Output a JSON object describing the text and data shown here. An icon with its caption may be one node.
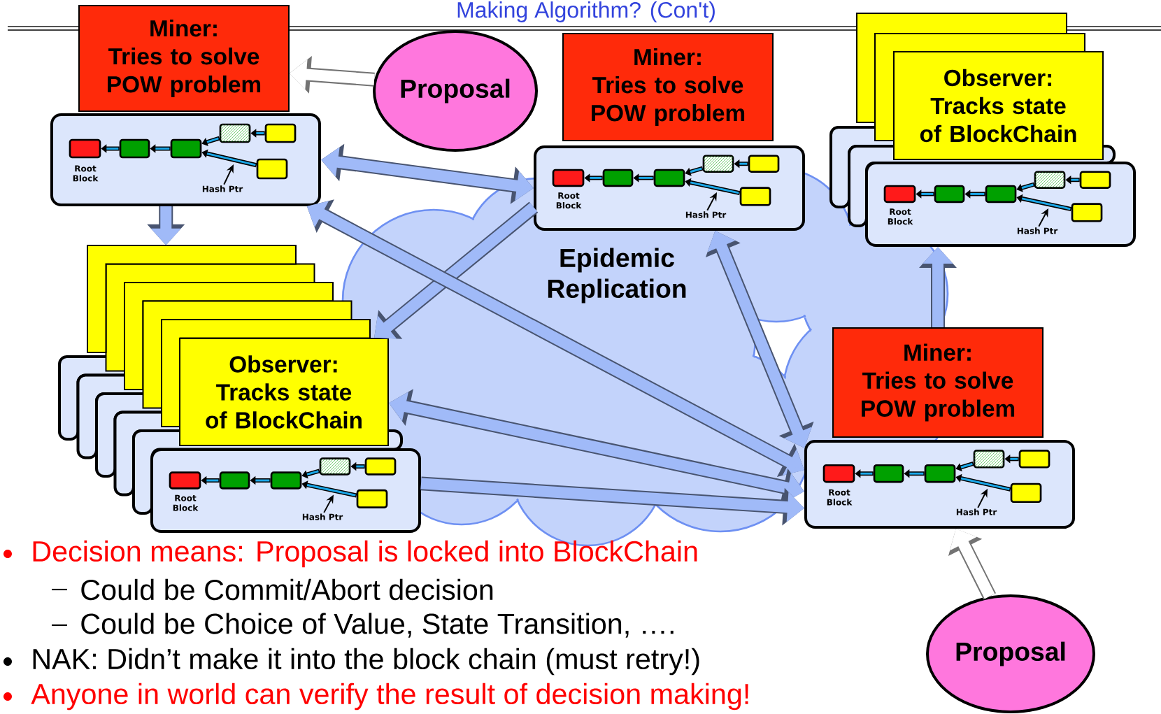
{
  "diagram": {
    "title": "Making Algorithm? (Con't)",
    "nodes": [
      {
        "text": [
          "Miner:",
          "Tries to solve POW problem"
        ]
      },
      {
        "text": [
          "Proposal"
        ]
      },
      {
        "text": [
          "Root Block"
        ]
      },
      {
        "text": [
          "Hash Ptr"
        ],
        "in": 2
      },
      {
        "text": [],
        "shape": "box",
        "in": 2
      },
      {
        "text": [],
        "shape": "box",
        "in": 2
      },
      {
        "text": [],
        "shape": "box",
        "in": 2
      },
      {
        "text": [],
        "shape": "box",
        "in": 2
      },
      {
        "text": [],
        "shape": "box",
        "in": 2
      },
      {
        "text": [],
        "shape": "box",
        "in": 2
      },
      {
        "text": [
          "Miner:",
          "Tries to solve POW problem"
        ]
      },
      {
        "text": [
          "Root Block"
        ]
      },
      {
        "text": [
          "Hash Ptr"
        ],
        "in": 11
      },
      {
        "text": [],
        "shape": "box",
        "in": 11
      },
      {
        "text": [],
        "shape": "box",
        "in": 11
      },
      {
        "text": [],
        "shape": "box",
        "in": 11
      },
      {
        "text": [],
        "shape": "box",
        "in": 11
      },
      {
        "text": [],
        "shape": "box",
        "in": 11
      },
      {
        "text": [],
        "shape": "box",
        "in": 11
      },
      {
        "text": [
          "Observer:",
          "Tracks state of BlockChain"
        ]
      },
      {
        "text": [
          "Root Block"
        ]
      },
      {
        "text": [
          "Hash Ptr"
        ],
        "in": 20
      },
      {
        "text": [],
        "shape": "box",
        "in": 20
      },
      {
        "text": [],
        "shape": "box",
        "in": 20
      },
      {
        "text": [],
        "shape": "box",
        "in": 20
      },
      {
        "text": [],
        "shape": "box",
        "in": 20
      },
      {
        "text": [],
        "shape": "box",
        "in": 20
      },
      {
        "text": [],
        "shape": "box",
        "in": 20
      },
      {
        "text": [
          "Observer:",
          "Tracks state of BlockChain"
        ]
      },
      {
        "text": [
          "Root Block"
        ]
      },
      {
        "text": [
          "Hash Ptr"
        ],
        "in": 29
      },
      {
        "text": [],
        "shape": "box",
        "in": 29
      },
      {
        "text": [],
        "shape": "box",
        "in": 29
      },
      {
        "text": [],
        "shape": "box",
        "in": 29
      },
      {
        "text": [],
        "shape": "box",
        "in": 29
      },
      {
        "text": [],
        "shape": "box",
        "in": 29
      },
      {
        "text": [],
        "shape": "box",
        "in": 29
      },
      {
        "text": [
          "Miner:",
          "Tries to solve POW problem"
        ]
      },
      {
        "text": [
          "Root Block"
        ]
      },
      {
        "text": [
          "Hash Ptr"
        ],
        "in": 38
      },
      {
        "text": [],
        "shape": "box",
        "in": 38
      },
      {
        "text": [],
        "shape": "box",
        "in": 38
      },
      {
        "text": [],
        "shape": "box",
        "in": 38
      },
      {
        "text": [],
        "shape": "box",
        "in": 38
      },
      {
        "text": [],
        "shape": "box",
        "in": 38
      },
      {
        "text": [],
        "shape": "box",
        "in": 38
      },
      {
        "text": [
          "Proposal"
        ]
      },
      {
        "text": [],
        "shape": "box"
      }
    ],
    "edges": [
      {
        "from": 1,
        "to": 0,
        "arrow": "to",
        "style": "thick",
        "color": "#ffffff"
      },
      {
        "from": 2,
        "to": 11,
        "arrow": "both",
        "style": "thick",
        "color": "#a0baf8"
      },
      {
        "from": 2,
        "to": 47,
        "arrow": "to",
        "style": "thick",
        "color": "#a0baf8"
      },
      {
        "from": 11,
        "to": 28,
        "arrow": "to",
        "style": "thick",
        "color": "#a0baf8"
      },
      {
        "from": 2,
        "to": 38,
        "arrow": "both",
        "style": "thick",
        "color": "#a0baf8"
      },
      {
        "from": 11,
        "to": 38,
        "arrow": "both",
        "style": "thick",
        "color": "#a0baf8"
      },
      {
        "from": 28,
        "to": 38,
        "arrow": "both",
        "style": "thick",
        "color": "#a0baf8"
      },
      {
        "from": 29,
        "to": 38,
        "arrow": "to",
        "style": "thick",
        "color": "#a0baf8"
      },
      {
        "from": 37,
        "to": 20,
        "arrow": "to",
        "style": "thick",
        "color": "#a0baf8"
      },
      {
        "from": 46,
        "to": 38,
        "arrow": "to",
        "style": "thick",
        "color": "#ffffff"
      },
      {
        "from": 3,
        "to": null,
        "arrow": "to",
        "color": "#000000"
      },
      {
        "from": 12,
        "to": null,
        "arrow": "to",
        "color": "#000000"
      },
      {
        "from": 21,
        "to": null,
        "arrow": "to",
        "color": "#000000"
      },
      {
        "from": 30,
        "to": null,
        "arrow": "to",
        "color": "#000000"
      },
      {
        "from": 39,
        "to": null,
        "arrow": "to",
        "color": "#000000"
      },
      {
        "from": 8,
        "to": 7,
        "arrow": "to"
      },
      {
        "from": 7,
        "to": 6,
        "arrow": "to"
      },
      {
        "from": 9,
        "to": 6,
        "arrow": "to"
      },
      {
        "from": 6,
        "to": 5,
        "arrow": "to"
      },
      {
        "from": 5,
        "to": 4,
        "arrow": "to"
      },
      {
        "from": 17,
        "to": 16,
        "arrow": "to"
      },
      {
        "from": 16,
        "to": 15,
        "arrow": "to"
      },
      {
        "from": 18,
        "to": 15,
        "arrow": "to"
      },
      {
        "from": 15,
        "to": 14,
        "arrow": "to"
      },
      {
        "from": 14,
        "to": 13,
        "arrow": "to"
      },
      {
        "from": 26,
        "to": 25,
        "arrow": "to"
      },
      {
        "from": 25,
        "to": 24,
        "arrow": "to"
      },
      {
        "from": 27,
        "to": 24,
        "arrow": "to"
      },
      {
        "from": 24,
        "to": 23,
        "arrow": "to"
      },
      {
        "from": 23,
        "to": 22,
        "arrow": "to"
      },
      {
        "from": 35,
        "to": 34,
        "arrow": "to"
      },
      {
        "from": 34,
        "to": 33,
        "arrow": "to"
      },
      {
        "from": 36,
        "to": 33,
        "arrow": "to"
      },
      {
        "from": 33,
        "to": 32,
        "arrow": "to"
      },
      {
        "from": 32,
        "to": 31,
        "arrow": "to"
      },
      {
        "from": 44,
        "to": 43,
        "arrow": "to"
      },
      {
        "from": 43,
        "to": 42,
        "arrow": "to"
      },
      {
        "from": 45,
        "to": 42,
        "arrow": "to"
      },
      {
        "from": 42,
        "to": 41,
        "arrow": "to"
      },
      {
        "from": 41,
        "to": 40,
        "arrow": "to"
      }
    ],
    "labels": [
      "Epidemic Replication",
      "Decision means: Proposal is locked into BlockChain",
      "Could be Commit/Abort decision",
      "Could be Choice of Value, State Transition, ….",
      "NAK: Didn’t make it into the block chain (must retry!)",
      "Anyone in world can verify the result of decision making!"
    ]
  }
}
